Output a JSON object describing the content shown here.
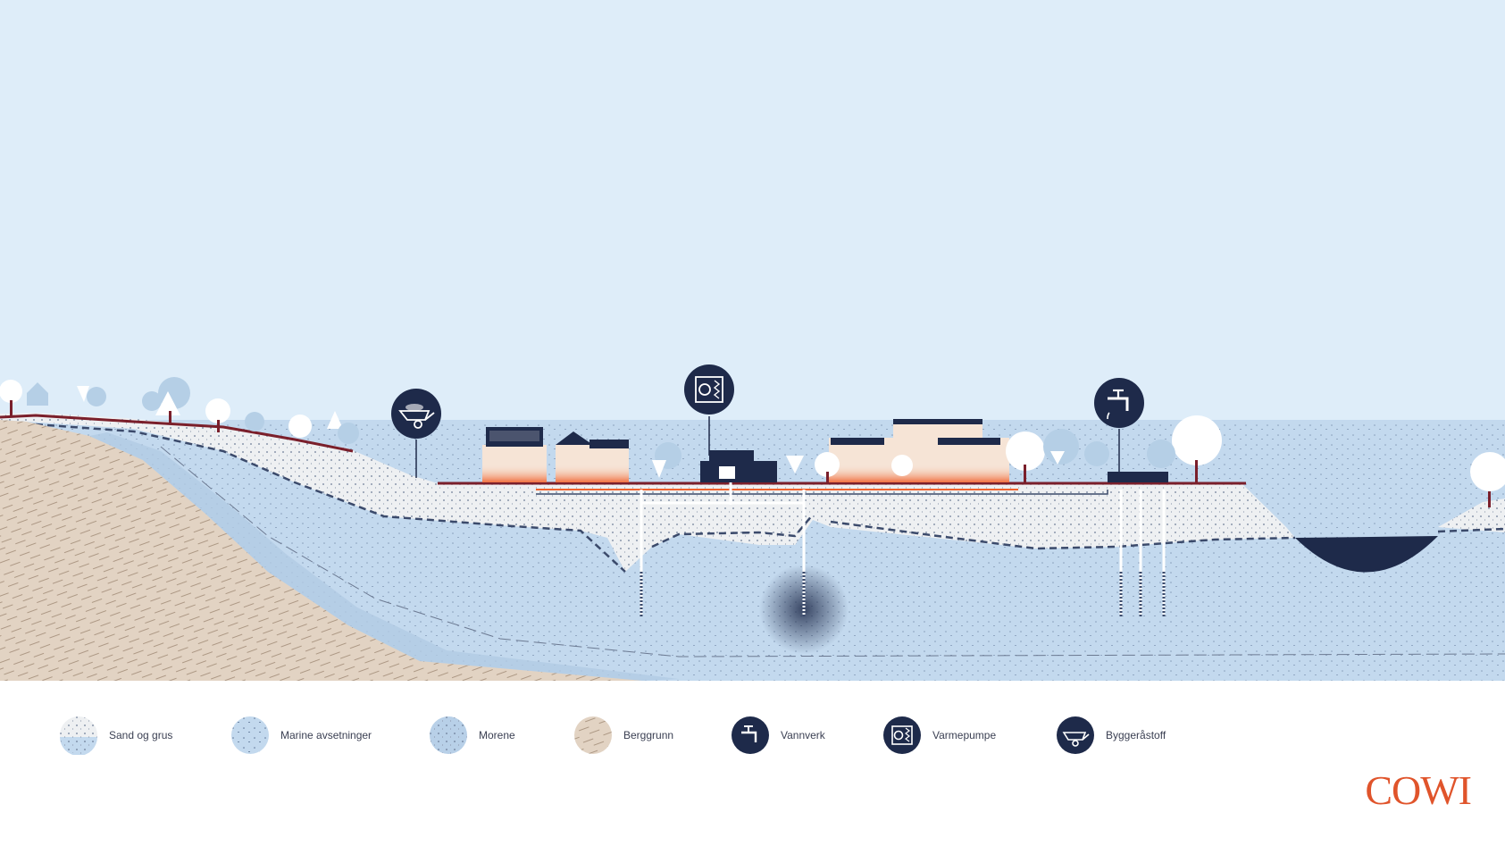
{
  "legend": [
    {
      "name": "sand-gravel",
      "label": "Sand og grus",
      "swatch": "sand"
    },
    {
      "name": "marine-deposits",
      "label": "Marine avsetninger",
      "swatch": "marine"
    },
    {
      "name": "moraine",
      "label": "Morene",
      "swatch": "moraine"
    },
    {
      "name": "bedrock",
      "label": "Berggrunn",
      "swatch": "bedrock"
    },
    {
      "name": "waterworks",
      "label": "Vannverk",
      "swatch": "tap-icon"
    },
    {
      "name": "heat-pump",
      "label": "Varmepumpe",
      "swatch": "heatpump-icon"
    },
    {
      "name": "building-material",
      "label": "Byggeråstoff",
      "swatch": "wheelbarrow-icon"
    }
  ],
  "logo": "COWI",
  "colors": {
    "sky": "#deedf9",
    "sand": "#eef0f2",
    "groundwater": "#c3d9ee",
    "bedrock": "#e2d3c3",
    "navy": "#1e2a4a",
    "road": "#7a1f2b",
    "heat": "#f0622e",
    "brand": "#e0542b"
  },
  "icons": {
    "wheelbarrow": "wheelbarrow-icon",
    "heatpump": "heatpump-icon",
    "tap": "tap-icon"
  }
}
